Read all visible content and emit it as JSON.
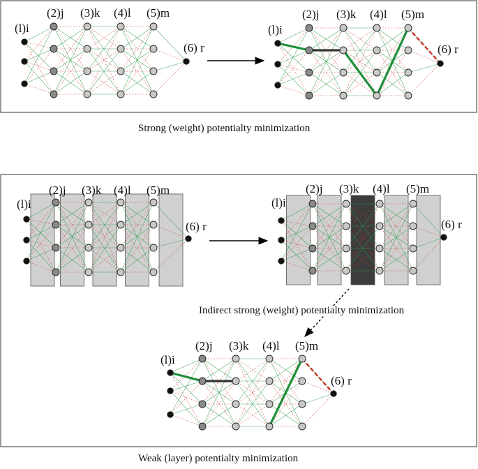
{
  "layer_labels": [
    "(l)i",
    "(2)j",
    "(3)k",
    "(4)l",
    "(5)m",
    "(6) r"
  ],
  "captions": {
    "strong": "Strong (weight) potentialty minimization",
    "indirect": "Indirect strong (weight) potentialty minimization",
    "weak": "Weak (layer) potentialty minimization"
  },
  "colors": {
    "connection_green": "#2e9a4a",
    "connection_red": "#cc3322",
    "strong_weight": "#1f8f3a",
    "hidden_neuron": "#c8c8c8",
    "input_neuron": "#111111",
    "layer_box_light": "#d0d0d0",
    "layer_box_dark": "#3c3c3c"
  },
  "networks": [
    {
      "id": "net-top-left",
      "panel": "strong",
      "layer_boxes": false
    },
    {
      "id": "net-top-right",
      "panel": "strong",
      "layer_boxes": false,
      "emphasized_connections": [
        [
          0,
          0,
          1
        ],
        [
          1,
          1,
          1
        ],
        [
          2,
          1,
          3
        ],
        [
          3,
          3,
          0
        ],
        [
          4,
          0,
          0
        ]
      ]
    },
    {
      "id": "net-mid-left",
      "panel": "weak",
      "layer_boxes": true,
      "box_shades": [
        "light",
        "light",
        "light",
        "light",
        "light"
      ]
    },
    {
      "id": "net-mid-right",
      "panel": "weak",
      "layer_boxes": true,
      "box_shades": [
        "light",
        "light",
        "dark",
        "light",
        "light"
      ]
    },
    {
      "id": "net-bottom",
      "panel": "weak",
      "layer_boxes": false,
      "emphasized_connections": [
        [
          0,
          0,
          1
        ],
        [
          1,
          1,
          1
        ],
        [
          3,
          3,
          0
        ],
        [
          4,
          0,
          0
        ]
      ]
    }
  ]
}
